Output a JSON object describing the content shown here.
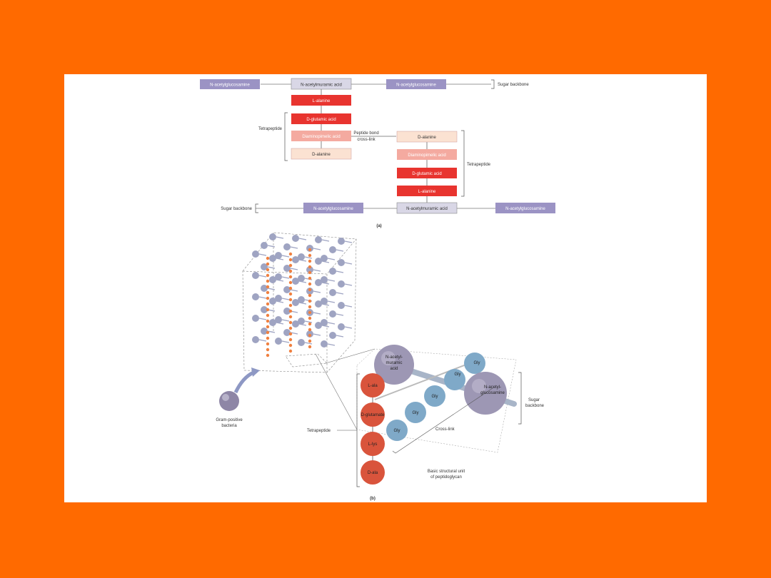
{
  "colors": {
    "background": "#ff6a00",
    "panel": "#ffffff",
    "sugar_box": "#9b93c4",
    "sugar_box_light": "#d9d7e6",
    "amino_red": "#e8342f",
    "amino_pink": "#f4aaa0",
    "amino_peach": "#fbe2d2",
    "ball_red": "#d9543c",
    "ball_blue": "#7fa9c8",
    "ball_purple": "#9d97b4"
  },
  "part_a": {
    "top_row": {
      "left": "N-acetylglucosamine",
      "center": "N-acetylmuramic acid",
      "right": "N-acetylglucosamine",
      "bracket_label": "Sugar backbone"
    },
    "left_chain": [
      "L-alanine",
      "D-glutamic acid",
      "Diaminopimelic acid",
      "D-alanine"
    ],
    "left_label": "Tetrapeptide",
    "crosslink_label_1": "Peptide bond",
    "crosslink_label_2": "cross-link",
    "right_chain": [
      "D-alanine",
      "Diaminopimelic acid",
      "D-glutamic acid",
      "L-alanine"
    ],
    "right_label": "Tetrapeptide",
    "bottom_row": {
      "bracket_label": "Sugar backbone",
      "left": "N-acetylglucosamine",
      "center": "N-acetylmuramic acid",
      "right": "N-acetylglucosamine"
    },
    "caption": "(a)"
  },
  "part_b": {
    "bacteria_label_1": "Gram-positive",
    "bacteria_label_2": "bacteria",
    "tetrapeptide_label": "Tetrapeptide",
    "crosslink_label": "Cross-link",
    "sugar_label_1": "Sugar",
    "sugar_label_2": "backbone",
    "structural_label_1": "Basic structural unit",
    "structural_label_2": "of peptidoglycan",
    "muramic_label_1": "N-acetyl-",
    "muramic_label_2": "muramic",
    "muramic_label_3": "acid",
    "glucosamine_label_1": "N-acetyl-",
    "glucosamine_label_2": "glucosamine",
    "red_balls": [
      "L-ala",
      "D-glutamate",
      "L-lys",
      "D-ala"
    ],
    "gly_balls": [
      "Gly",
      "Gly",
      "Gly",
      "Gly",
      "Gly"
    ],
    "caption": "(b)"
  }
}
